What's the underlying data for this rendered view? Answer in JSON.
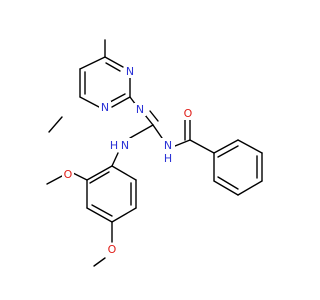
{
  "molecule": {
    "atoms": [
      {
        "id": "n_pyr_top",
        "label": "N",
        "color": "#2b33d6"
      },
      {
        "id": "n_pyr_bottom",
        "label": "N",
        "color": "#2b33d6"
      },
      {
        "id": "n_imine",
        "label": "N",
        "color": "#2b33d6"
      },
      {
        "id": "nh_left",
        "label": "H",
        "color": "#2b33d6"
      },
      {
        "id": "n_left",
        "label": "N",
        "color": "#2b33d6"
      },
      {
        "id": "n_right",
        "label": "N",
        "color": "#2b33d6"
      },
      {
        "id": "nh_right",
        "label": "H",
        "color": "#2b33d6"
      },
      {
        "id": "o_carbonyl",
        "label": "O",
        "color": "#e0201b"
      },
      {
        "id": "o_methoxy1",
        "label": "O",
        "color": "#e0201b"
      },
      {
        "id": "o_methoxy2",
        "label": "O",
        "color": "#e0201b"
      }
    ],
    "colors": {
      "bond": "#000000",
      "nitrogen": "#2b33d6",
      "oxygen": "#e0201b",
      "background": "#ffffff"
    }
  }
}
